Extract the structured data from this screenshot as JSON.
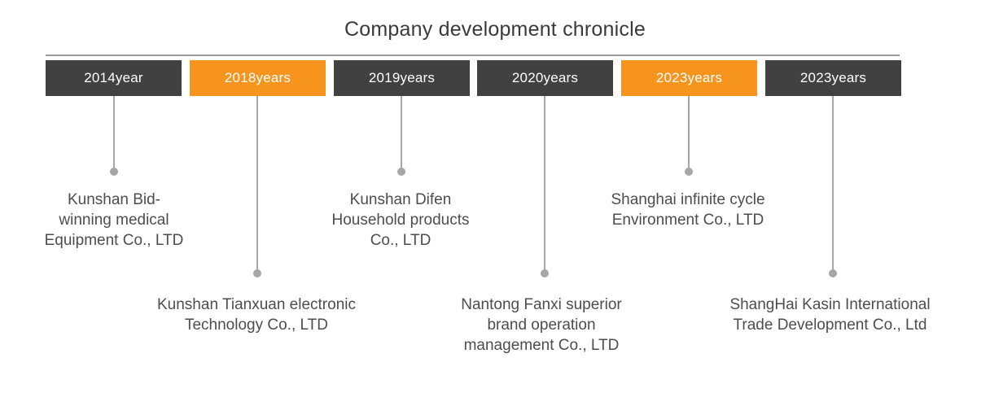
{
  "title": "Company development chronicle",
  "colors": {
    "dark": "#414141",
    "orange": "#F7941E",
    "connector": "#a6a6a6",
    "rule": "#9b9b9b",
    "text": "#4d4d4d",
    "title_text": "#3a3a3a",
    "box_label": "#ffffff",
    "background": "#ffffff"
  },
  "milestones": [
    {
      "year_label": "2014year",
      "style": "dark",
      "row": "upper",
      "description": "Kunshan Bid-\nwinning medical\nEquipment Co., LTD"
    },
    {
      "year_label": "2018years",
      "style": "orange",
      "row": "lower",
      "description": "Kunshan Tianxuan electronic\nTechnology Co., LTD"
    },
    {
      "year_label": "2019years",
      "style": "dark",
      "row": "upper",
      "description": "Kunshan Difen\nHousehold products\nCo., LTD"
    },
    {
      "year_label": "2020years",
      "style": "dark",
      "row": "lower",
      "description": "Nantong Fanxi superior\nbrand operation\nmanagement Co., LTD"
    },
    {
      "year_label": "2023years",
      "style": "orange",
      "row": "upper",
      "description": "Shanghai infinite cycle\nEnvironment Co., LTD"
    },
    {
      "year_label": "2023years",
      "style": "dark",
      "row": "lower",
      "description": "ShangHai Kasin International\nTrade Development Co., Ltd"
    }
  ]
}
